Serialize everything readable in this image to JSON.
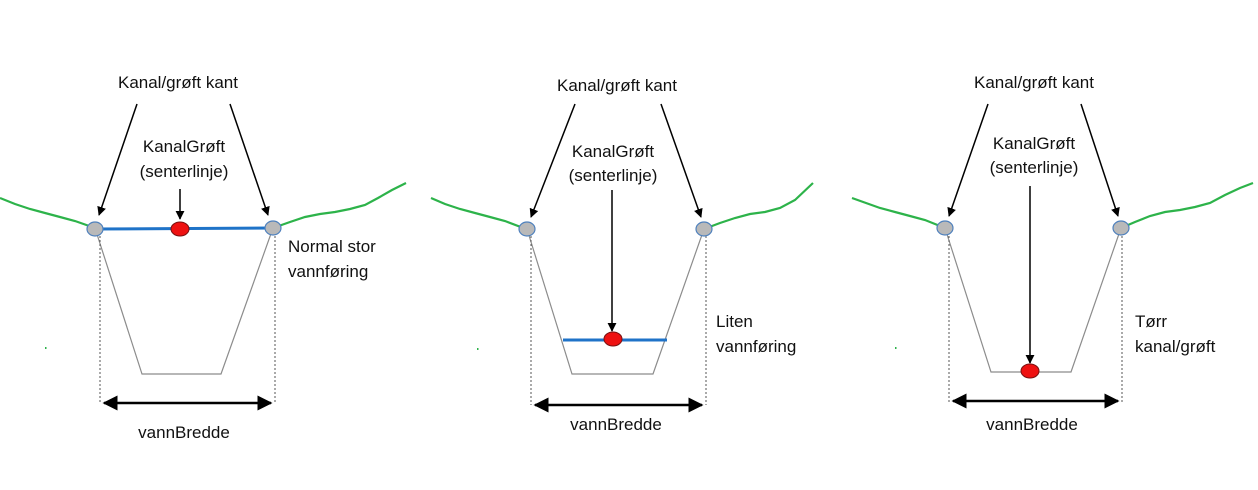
{
  "panels": [
    {
      "edge_label": "Kanal/grøft kant",
      "center_label_line1": "KanalGrøft",
      "center_label_line2": "(senterlinje)",
      "state_label_line1": "Normal stor",
      "state_label_line2": "vannføring",
      "width_label": "vannBredde",
      "water_level": "full"
    },
    {
      "edge_label": "Kanal/grøft kant",
      "center_label_line1": "KanalGrøft",
      "center_label_line2": "(senterlinje)",
      "state_label_line1": "Liten",
      "state_label_line2": "vannføring",
      "width_label": "vannBredde",
      "water_level": "low"
    },
    {
      "edge_label": "Kanal/grøft kant",
      "center_label_line1": "KanalGrøft",
      "center_label_line2": "(senterlinje)",
      "state_label_line1": "Tørr",
      "state_label_line2": "kanal/grøft",
      "width_label": "vannBredde",
      "water_level": "dry"
    }
  ],
  "colors": {
    "terrain": "#2db34a",
    "water": "#1f73c8",
    "centerline_point": "#ee1111",
    "edge_point": "#b9b9b9",
    "edge_point_stroke": "#4f81bd",
    "channel_outline": "#8c8c8c",
    "arrow": "#000000"
  }
}
